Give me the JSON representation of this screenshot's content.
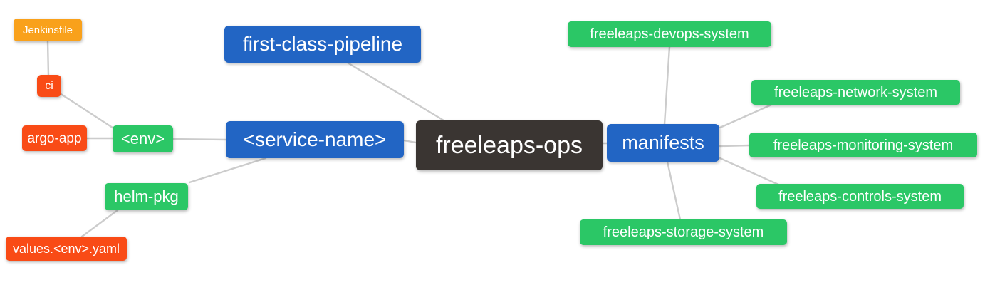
{
  "diagram": {
    "type": "mindmap",
    "root": "freeleaps-ops",
    "colors": {
      "root": "#3A3532",
      "branch": "#2265C4",
      "green": "#2BC766",
      "red": "#F94B16",
      "orange": "#F9A11B",
      "edge": "#CCCCCC",
      "text": "#FFFFFF",
      "background": "#FFFFFF"
    },
    "nodes": {
      "freeleaps_ops": {
        "label": "freeleaps-ops"
      },
      "first_class_pipeline": {
        "label": "first-class-pipeline"
      },
      "service_name": {
        "label": "<service-name>"
      },
      "manifests": {
        "label": "manifests"
      },
      "env": {
        "label": "<env>"
      },
      "helm_pkg": {
        "label": "helm-pkg"
      },
      "argo_app": {
        "label": "argo-app"
      },
      "ci": {
        "label": "ci"
      },
      "jenkinsfile": {
        "label": "Jenkinsfile"
      },
      "values_env_yaml": {
        "label": "values.<env>.yaml"
      },
      "devops_system": {
        "label": "freeleaps-devops-system"
      },
      "network_system": {
        "label": "freeleaps-network-system"
      },
      "monitoring_system": {
        "label": "freeleaps-monitoring-system"
      },
      "controls_system": {
        "label": "freeleaps-controls-system"
      },
      "storage_system": {
        "label": "freeleaps-storage-system"
      }
    },
    "edges": [
      [
        "jenkinsfile",
        "ci"
      ],
      [
        "ci",
        "env"
      ],
      [
        "argo_app",
        "env"
      ],
      [
        "env",
        "service_name"
      ],
      [
        "helm_pkg",
        "service_name"
      ],
      [
        "values_env_yaml",
        "helm_pkg"
      ],
      [
        "service_name",
        "freeleaps_ops"
      ],
      [
        "first_class_pipeline",
        "freeleaps_ops"
      ],
      [
        "freeleaps_ops",
        "manifests"
      ],
      [
        "manifests",
        "devops_system"
      ],
      [
        "manifests",
        "network_system"
      ],
      [
        "manifests",
        "monitoring_system"
      ],
      [
        "manifests",
        "controls_system"
      ],
      [
        "manifests",
        "storage_system"
      ]
    ]
  }
}
